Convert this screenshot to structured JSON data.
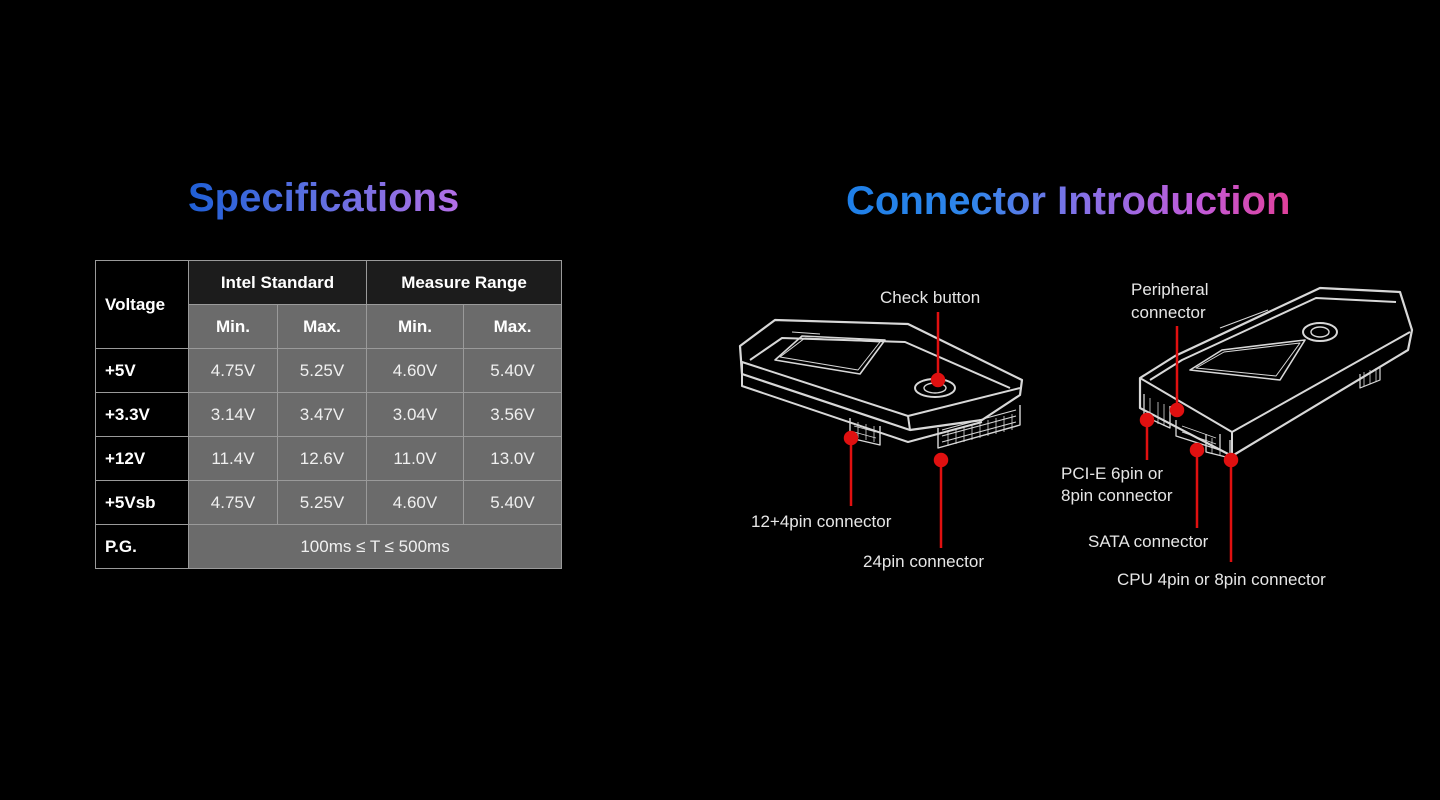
{
  "spec": {
    "title": "Specifications",
    "voltage_header": "Voltage",
    "groups": [
      "Intel Standard",
      "Measure Range"
    ],
    "sub_headers": [
      "Min.",
      "Max.",
      "Min.",
      "Max."
    ],
    "rows": [
      {
        "label": "+5V",
        "values": [
          "4.75V",
          "5.25V",
          "4.60V",
          "5.40V"
        ]
      },
      {
        "label": "+3.3V",
        "values": [
          "3.14V",
          "3.47V",
          "3.04V",
          "3.56V"
        ]
      },
      {
        "label": "+12V",
        "values": [
          "11.4V",
          "12.6V",
          "11.0V",
          "13.0V"
        ]
      },
      {
        "label": "+5Vsb",
        "values": [
          "4.75V",
          "5.25V",
          "4.60V",
          "5.40V"
        ]
      }
    ],
    "pg": {
      "label": "P.G.",
      "value": "100ms ≤ T ≤ 500ms"
    }
  },
  "connector": {
    "title": "Connector Introduction",
    "labels": {
      "check_button": "Check button",
      "pin_12_4": "12+4pin connector",
      "pin_24": "24pin connector",
      "peripheral_1": "Peripheral",
      "peripheral_2": "connector",
      "pcie_1": "PCI-E 6pin or",
      "pcie_2": "8pin connector",
      "sata": "SATA connector",
      "cpu": "CPU 4pin or 8pin connector"
    },
    "colors": {
      "callout": "#e01010",
      "outline": "#d8d8d8"
    }
  }
}
